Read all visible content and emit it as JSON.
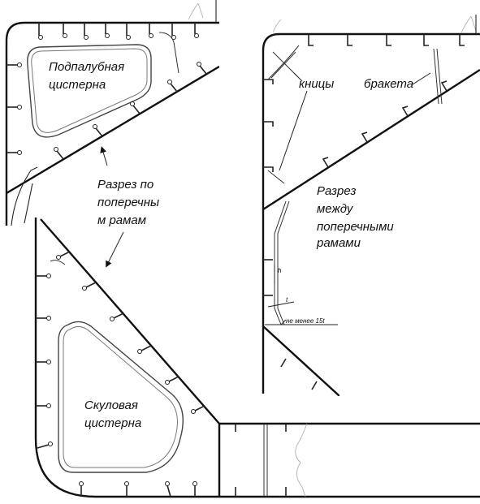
{
  "labels": {
    "deck_tank": [
      "Подпалубная",
      "цистерна"
    ],
    "section_frames": [
      "Разрез по",
      "поперечны",
      "м рамам"
    ],
    "section_between": [
      "Разрез",
      "между",
      "поперечными",
      "рамами"
    ],
    "bilge_tank": [
      "Скуловая",
      "цистерна"
    ],
    "brackets_knees": "кницы",
    "brackets_bracket": "бракета",
    "dim_h": "h",
    "dim_t": "t",
    "dim_note": "не менее 15t"
  }
}
